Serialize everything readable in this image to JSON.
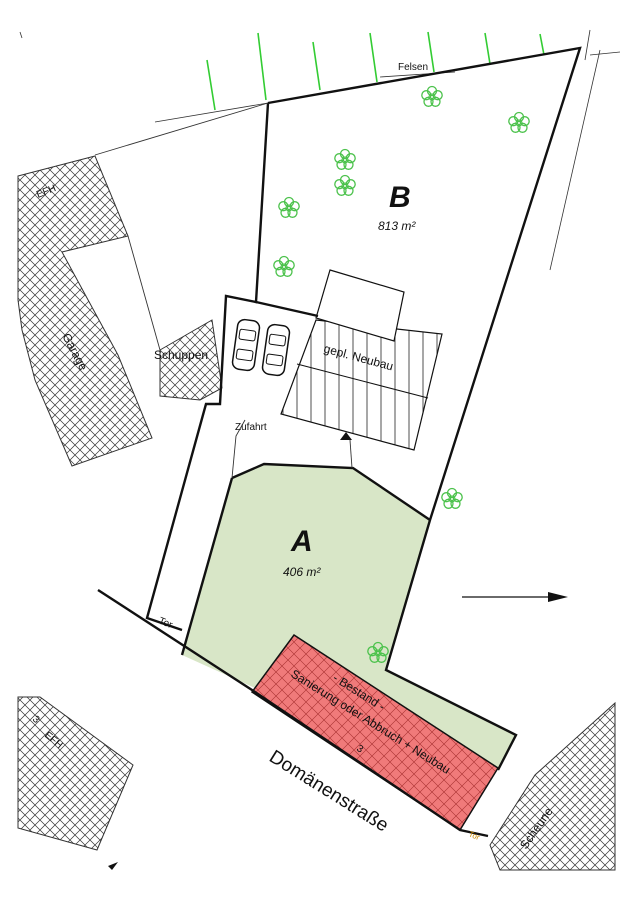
{
  "labels": {
    "felsen": "Felsen",
    "efh_top": "EFH",
    "garage": "Garage",
    "schuppen": "Schuppen",
    "zufahrt": "Zufahrt",
    "neubau": "gepl. Neubau",
    "lot_b": "B",
    "lot_b_area": "813 m²",
    "lot_a": "A",
    "lot_a_area": "406 m²",
    "tor_left": "Tor",
    "tor_right": "Tor",
    "bestand_1": "- Bestand -",
    "bestand_2": "Sanierung oder Abbruch + Neubau",
    "bestand_num": "3",
    "efh_bottom_num": "3",
    "efh_bottom": "EFH",
    "scheune": "Scheune",
    "street": "Domänenstraße"
  },
  "colors": {
    "lot_a_fill": "#d8e6c7",
    "bestand_fill": "#f07a7a",
    "tree_stroke": "#4cc24c",
    "fence_stroke": "#33cc33",
    "boundary": "#111111",
    "tor_right_text": "#c98a00"
  },
  "icons": [
    "tree-icon",
    "car-icon",
    "north-arrow"
  ]
}
